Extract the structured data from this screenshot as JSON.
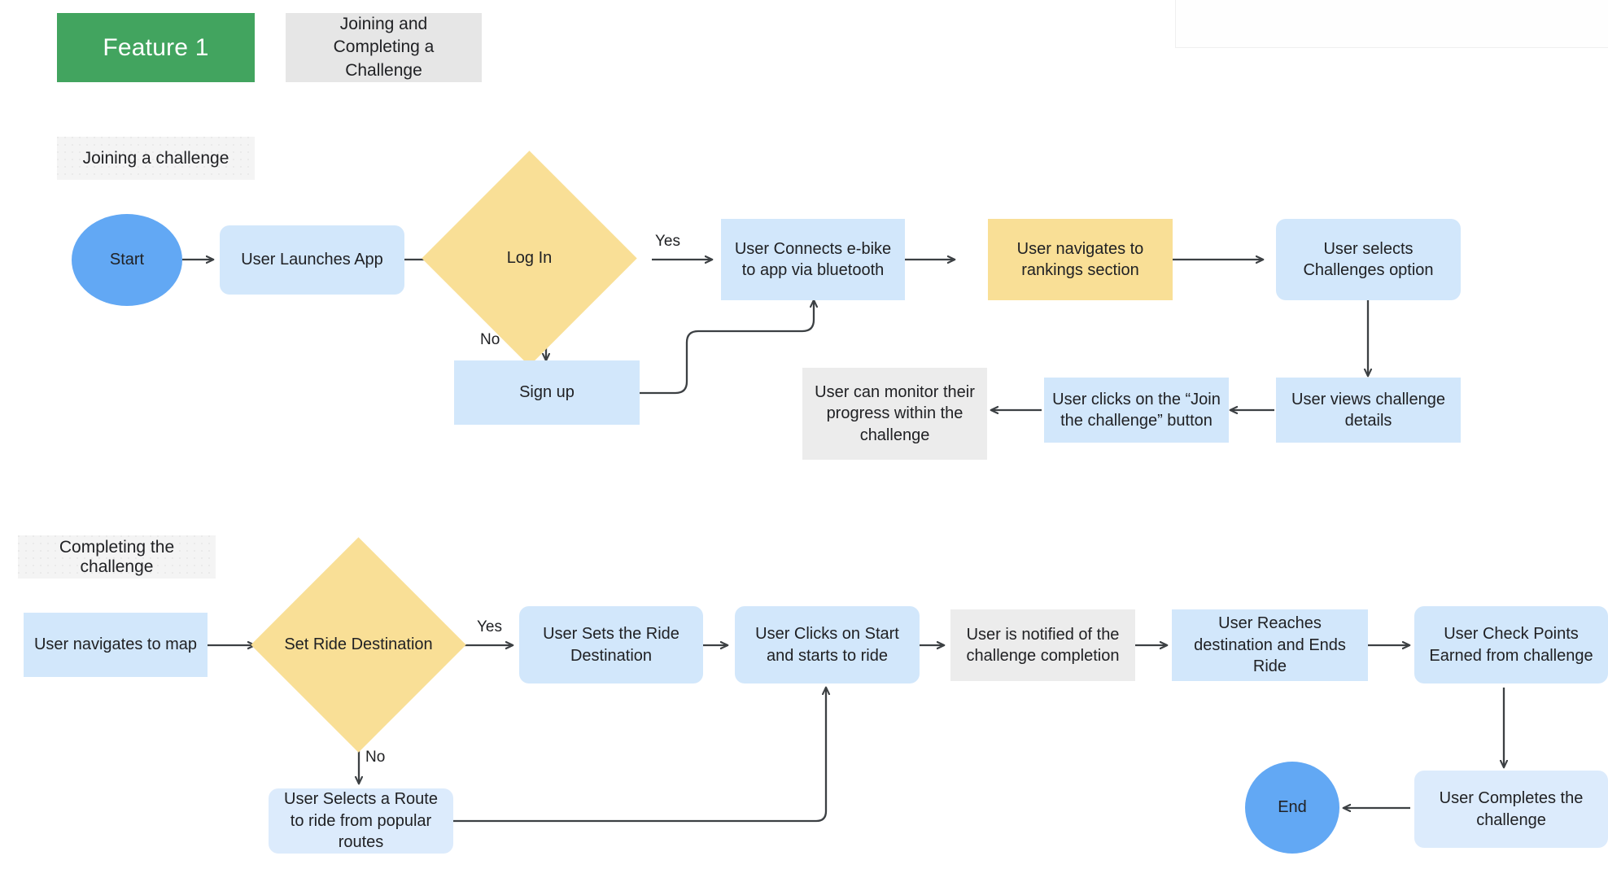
{
  "header": {
    "feature_chip": "Feature 1",
    "subtitle_chip": "Joining and Completing a Challenge",
    "feature_chip_color": "#42A45F",
    "subtitle_chip_color": "#E6E6E6"
  },
  "sections": [
    {
      "label": "Joining a challenge"
    },
    {
      "label": "Completing the challenge"
    }
  ],
  "palette": {
    "blue_fill": "#D2E7FB",
    "blue_soft_fill": "#DCEBFC",
    "yellow_fill": "#F9DF96",
    "gray_fill": "#ECECEC",
    "circle_fill": "#62A8F4",
    "green_fill": "#42A45F",
    "edge_stroke": "#3C4043",
    "text": "#202124"
  },
  "flow_joining": {
    "nodes": {
      "start": "Start",
      "launches_app": "User Launches App",
      "log_in": "Log In",
      "sign_up": "Sign up",
      "connects_ebike": "User Connects e-bike to app via bluetooth",
      "navigates_rankings": "User navigates to rankings section",
      "selects_challenges": "User selects Challenges option",
      "views_details": "User views challenge details",
      "clicks_join": "User clicks on the “Join the challenge” button",
      "monitor_progress": "User can monitor their progress within the challenge"
    },
    "edge_labels": {
      "yes": "Yes",
      "no": "No"
    }
  },
  "flow_completing": {
    "nodes": {
      "navigates_map": "User navigates to map",
      "set_ride_destination": "Set Ride Destination",
      "sets_ride_destination": "User Sets the Ride Destination",
      "clicks_start": "User Clicks on Start and starts to ride",
      "notified_completion": "User is notified of the challenge completion",
      "reaches_destination": "User Reaches destination and Ends Ride",
      "check_points": "User Check Points Earned from challenge",
      "completes_challenge": "User Completes the challenge",
      "selects_route": "User Selects a Route to ride from popular routes",
      "end": "End"
    },
    "edge_labels": {
      "yes": "Yes",
      "no": "No"
    }
  }
}
